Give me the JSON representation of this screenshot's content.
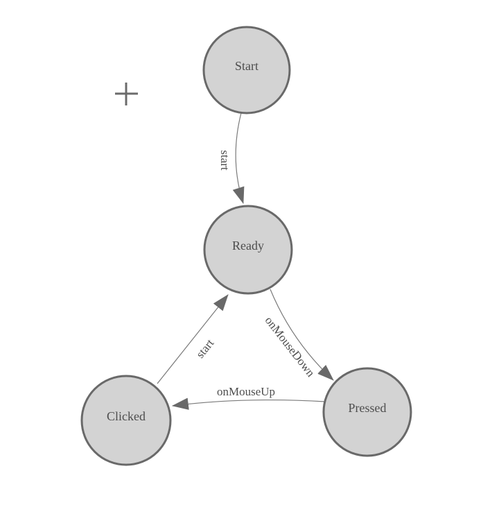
{
  "palette": {
    "background": "#ffffff",
    "node_fill": "#d3d3d3",
    "node_stroke": "#696969",
    "edge_color": "#7a7a7a",
    "arrow_fill": "#696969",
    "node_label_color": "#4d4d4d",
    "edge_label_color": "#4d4d4d",
    "crosshair_color": "#6b6b6b"
  },
  "nodes": [
    {
      "id": "start",
      "label": "Start"
    },
    {
      "id": "ready",
      "label": "Ready"
    },
    {
      "id": "clicked",
      "label": "Clicked"
    },
    {
      "id": "pressed",
      "label": "Pressed"
    }
  ],
  "edges": [
    {
      "from": "start",
      "to": "ready",
      "label": "start"
    },
    {
      "from": "clicked",
      "to": "ready",
      "label": "start"
    },
    {
      "from": "ready",
      "to": "pressed",
      "label": "onMouseDown"
    },
    {
      "from": "pressed",
      "to": "clicked",
      "label": "onMouseUp"
    }
  ]
}
